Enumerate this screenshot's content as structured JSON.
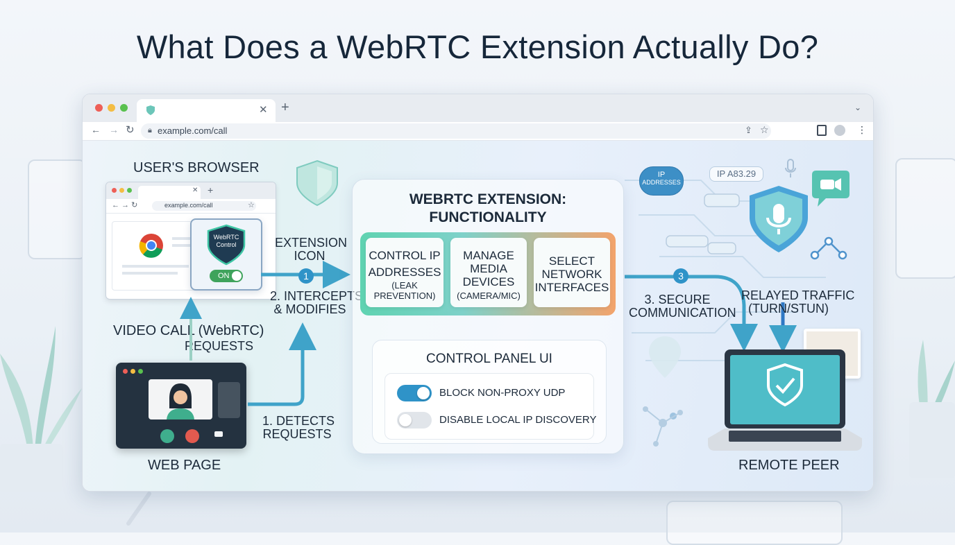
{
  "title": "What Does a WebRTC Extension Actually Do?",
  "browser": {
    "url": "example.com/call"
  },
  "user_browser": {
    "label": "USER'S BROWSER",
    "url": "example.com/call",
    "extension_badge": "WebRTC Control",
    "toggle": "ON"
  },
  "extension_icon": {
    "line1": "EXTENSION",
    "line2": "ICON"
  },
  "steps": {
    "one": {
      "number": "1",
      "line1": "1. DETECTS",
      "line2": "REQUESTS"
    },
    "two": {
      "number": "1",
      "line1": "2. INTERCEPTS",
      "line2": "& MODIFIES"
    },
    "three": {
      "number": "3",
      "line1": "3. SECURE",
      "line2": "COMMUNICATION"
    }
  },
  "video_call": {
    "line1": "VIDEO CALL (WebRTC)",
    "line2": "REQUESTS"
  },
  "web_page": {
    "label": "WEB PAGE"
  },
  "extension_panel": {
    "title_line1": "WEBRTC EXTENSION:",
    "title_line2": "FUNCTIONALITY",
    "cards": [
      {
        "line1": "CONTROL IP",
        "line2": "ADDRESSES",
        "sub1": "(LEAK",
        "sub2": "PREVENTION)"
      },
      {
        "line1": "MANAGE",
        "line2": "MEDIA",
        "line3": "DEVICES",
        "sub1": "(CAMERA/MIC)"
      },
      {
        "line1": "SELECT",
        "line2": "NETWORK",
        "line3": "INTERFACES"
      }
    ]
  },
  "control_panel": {
    "title": "CONTROL PANEL UI",
    "options": [
      {
        "label": "BLOCK NON-PROXY UDP",
        "enabled": true
      },
      {
        "label": "DISABLE LOCAL IP DISCOVERY",
        "enabled": false
      }
    ]
  },
  "relay": {
    "line1": "RELAYED TRAFFIC",
    "line2": "(TURN/STUN)"
  },
  "chips": {
    "ip_addresses_line1": "IP",
    "ip_addresses_line2": "ADDRESSES",
    "ip_value": "IP A83.29"
  },
  "remote_peer": {
    "label": "REMOTE PEER"
  },
  "colors": {
    "teal": "#3fc6a5",
    "orange": "#f3a36b",
    "blue_arrow": "#3a9bd6",
    "toggle_on": "#3fa35c",
    "switch_on": "#2f93c8"
  }
}
